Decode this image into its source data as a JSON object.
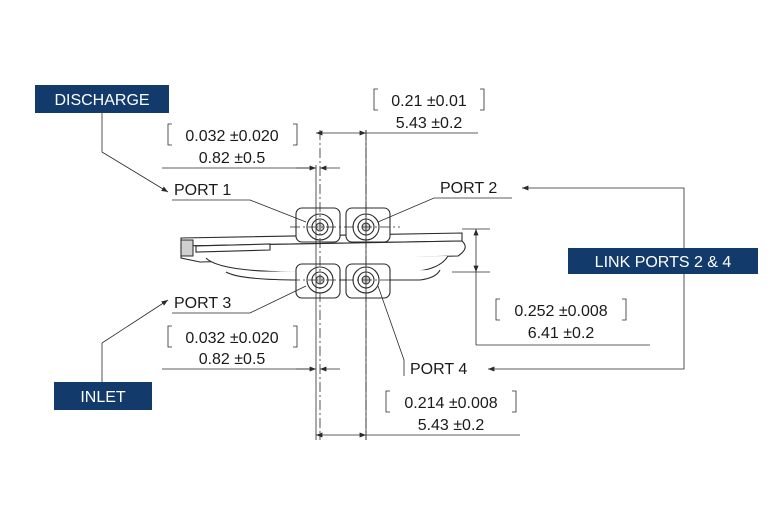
{
  "tags": {
    "discharge": "DISCHARGE",
    "inlet": "INLET",
    "link_ports": "LINK PORTS 2 & 4"
  },
  "ports": {
    "port1": "PORT 1",
    "port2": "PORT 2",
    "port3": "PORT 3",
    "port4": "PORT 4"
  },
  "dimensions": {
    "top_spacing_in": "0.21 ±0.01",
    "top_spacing_mm": "5.43 ±0.2",
    "upper_offset_in": "0.032 ±0.020",
    "upper_offset_mm": "0.82 ±0.5",
    "lower_offset_in": "0.032 ±0.020",
    "lower_offset_mm": "0.82 ±0.5",
    "height_in": "0.252 ±0.008",
    "height_mm": "6.41 ±0.2",
    "bottom_spacing_in": "0.214 ±0.008",
    "bottom_spacing_mm": "5.43 ±0.2"
  },
  "colors": {
    "tag_background": "#123a6b",
    "tag_text": "#ffffff",
    "line": "#2a2a2a"
  }
}
